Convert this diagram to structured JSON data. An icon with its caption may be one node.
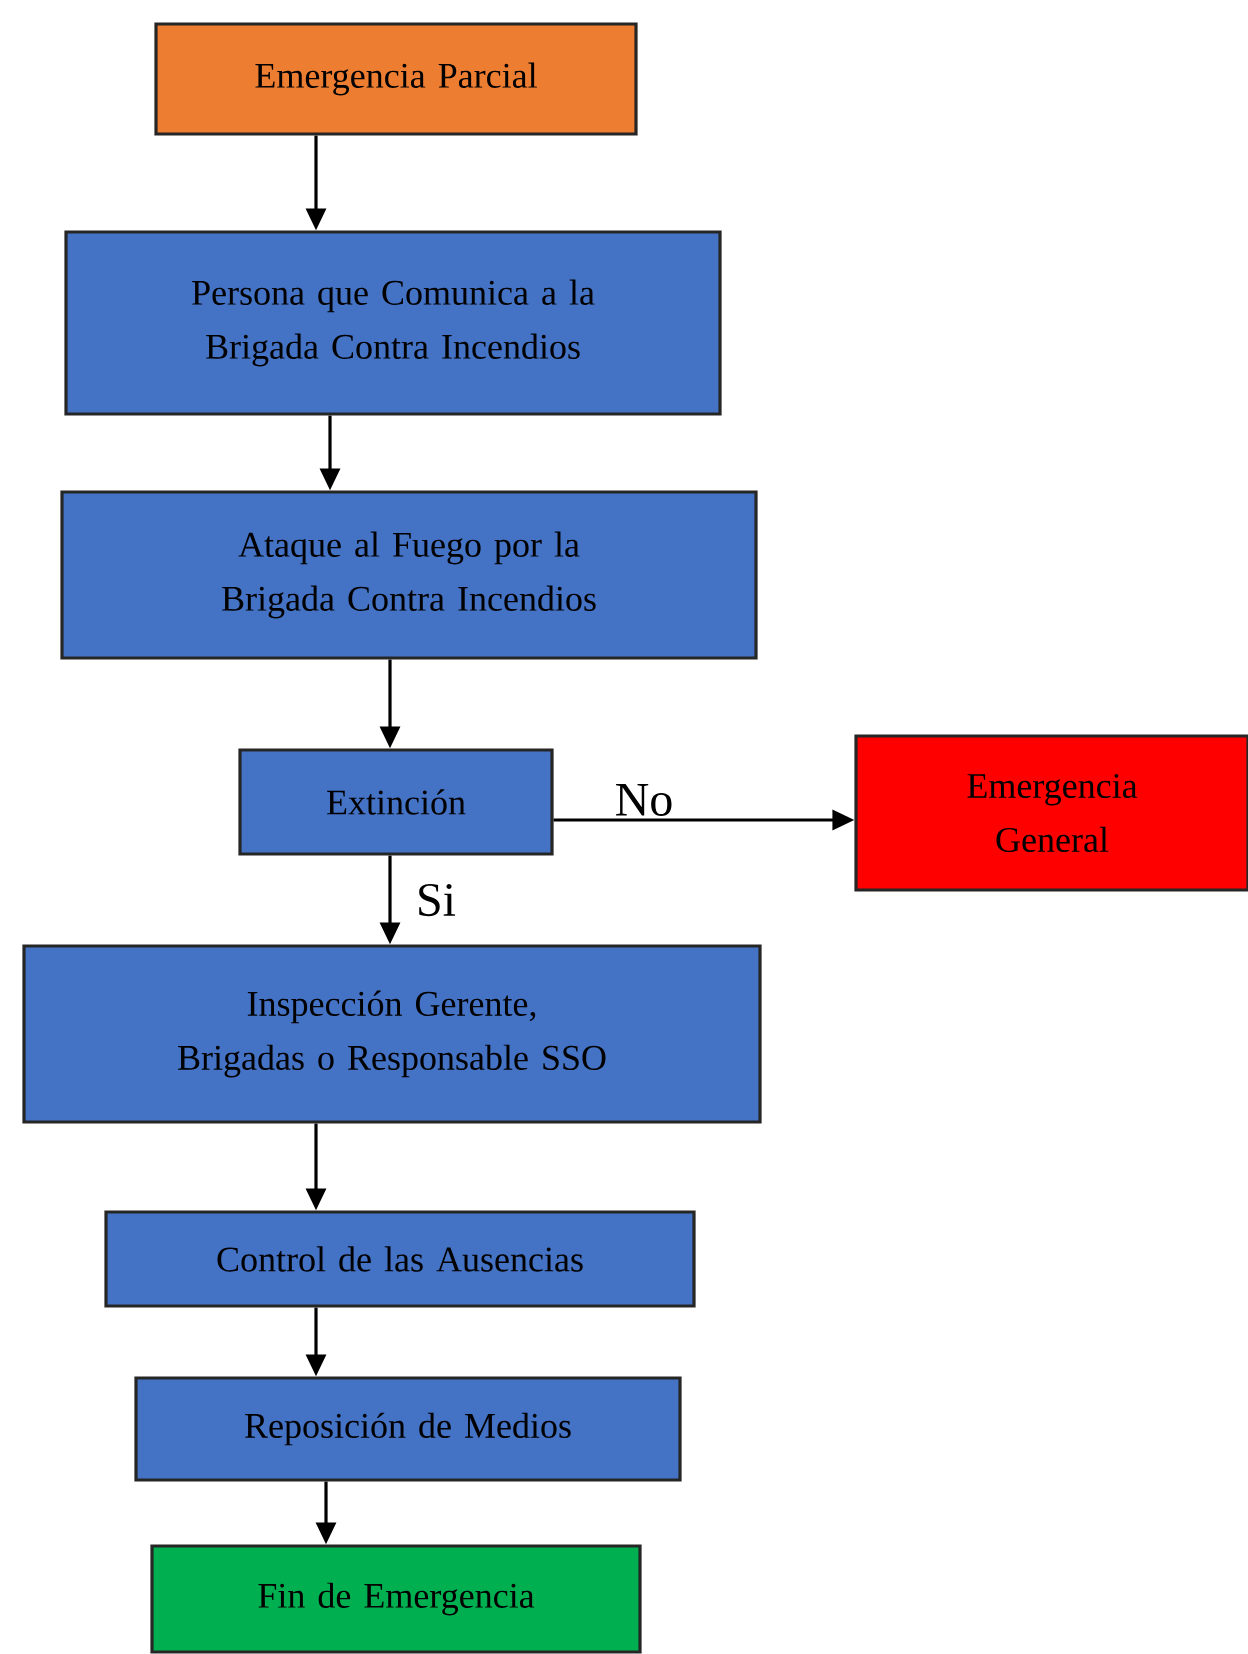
{
  "diagram": {
    "nodes": [
      {
        "text": [
          "Emergencia Parcial"
        ]
      },
      {
        "text": [
          "Persona que Comunica a la Brigada Contra Incendios"
        ]
      },
      {
        "text": [
          "Ataque al Fuego por la Brigada Contra Incendios"
        ]
      },
      {
        "text": [
          "Extinción"
        ]
      },
      {
        "text": [
          "Emergencia General"
        ]
      },
      {
        "text": [
          "Inspección Gerente, Brigadas o Responsable SSO"
        ]
      },
      {
        "text": [
          "Control de las Ausencias"
        ]
      },
      {
        "text": [
          "Reposición de Medios"
        ]
      },
      {
        "text": [
          "Fin de Emergencia"
        ]
      }
    ],
    "edges": [
      {
        "from": 0,
        "to": 1,
        "arrow": "to"
      },
      {
        "from": 1,
        "to": 2,
        "arrow": "to"
      },
      {
        "from": 2,
        "to": 3,
        "arrow": "to"
      },
      {
        "from": 3,
        "to": 4,
        "arrow": "to",
        "label": "No"
      },
      {
        "from": 3,
        "to": 5,
        "arrow": "to",
        "label": "Si"
      },
      {
        "from": 5,
        "to": 6,
        "arrow": "to"
      },
      {
        "from": 6,
        "to": 7,
        "arrow": "to"
      },
      {
        "from": 7,
        "to": 8,
        "arrow": "to"
      }
    ]
  }
}
